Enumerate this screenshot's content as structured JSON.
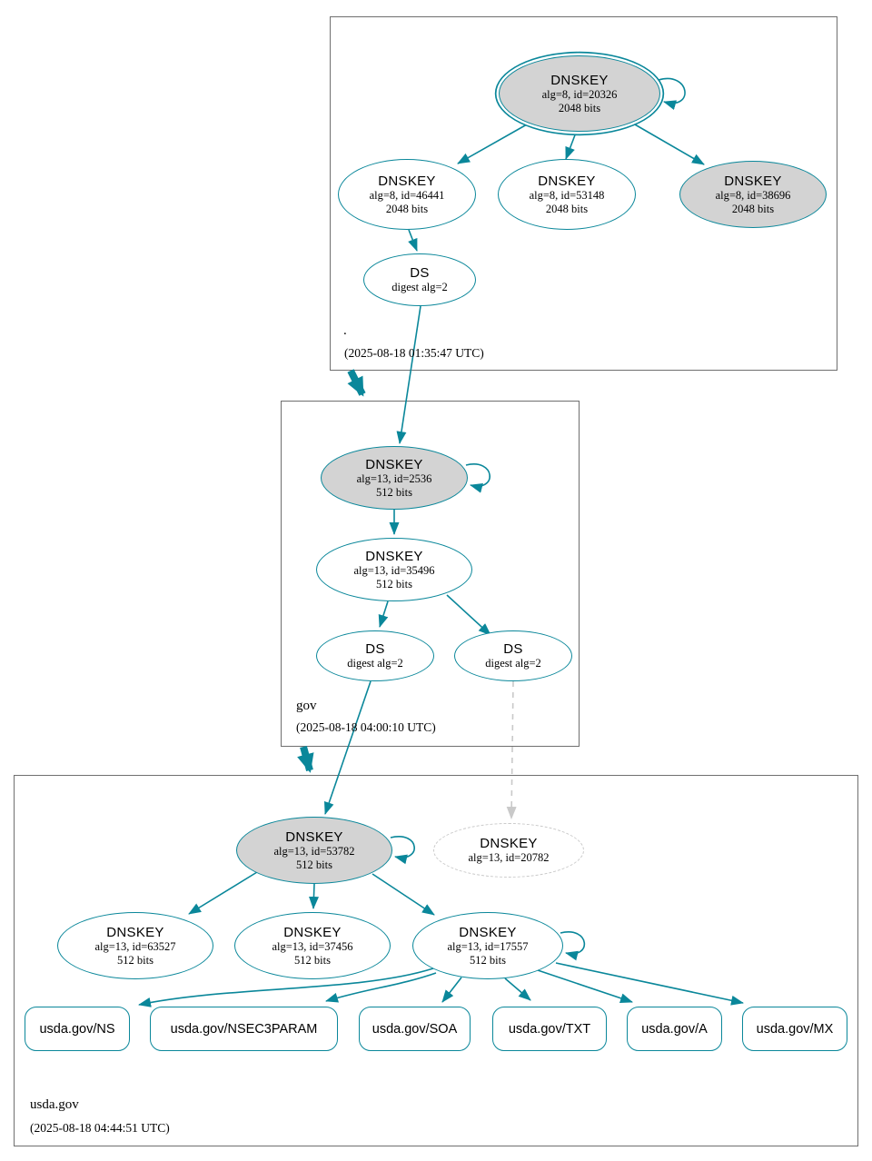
{
  "colors": {
    "edge_teal": "#0a879a",
    "ksk_fill_gray": "#d3d3d3",
    "missing_dashed_gray": "#c9c9c9",
    "zone_border_gray": "#6f6f6f"
  },
  "zones": [
    {
      "name": ".",
      "timestamp": "(2025-08-18 01:35:47 UTC)",
      "ksk": {
        "title": "DNSKEY",
        "alg": "alg=8, id=20326",
        "bits": "2048 bits"
      },
      "zsk1": {
        "title": "DNSKEY",
        "alg": "alg=8, id=46441",
        "bits": "2048 bits"
      },
      "zsk2": {
        "title": "DNSKEY",
        "alg": "alg=8, id=53148",
        "bits": "2048 bits"
      },
      "ksk2": {
        "title": "DNSKEY",
        "alg": "alg=8, id=38696",
        "bits": "2048 bits"
      },
      "ds": {
        "title": "DS",
        "alg": "digest alg=2"
      }
    },
    {
      "name": "gov",
      "timestamp": "(2025-08-18 04:00:10 UTC)",
      "ksk": {
        "title": "DNSKEY",
        "alg": "alg=13, id=2536",
        "bits": "512 bits"
      },
      "zsk": {
        "title": "DNSKEY",
        "alg": "alg=13, id=35496",
        "bits": "512 bits"
      },
      "ds1": {
        "title": "DS",
        "alg": "digest alg=2"
      },
      "ds2": {
        "title": "DS",
        "alg": "digest alg=2"
      }
    },
    {
      "name": "usda.gov",
      "timestamp": "(2025-08-18 04:44:51 UTC)",
      "ksk": {
        "title": "DNSKEY",
        "alg": "alg=13, id=53782",
        "bits": "512 bits"
      },
      "ksk_missing": {
        "title": "DNSKEY",
        "alg": "alg=13, id=20782"
      },
      "zsk1": {
        "title": "DNSKEY",
        "alg": "alg=13, id=63527",
        "bits": "512 bits"
      },
      "zsk2": {
        "title": "DNSKEY",
        "alg": "alg=13, id=37456",
        "bits": "512 bits"
      },
      "zsk3": {
        "title": "DNSKEY",
        "alg": "alg=13, id=17557",
        "bits": "512 bits"
      },
      "rrsets": [
        "usda.gov/NS",
        "usda.gov/NSEC3PARAM",
        "usda.gov/SOA",
        "usda.gov/TXT",
        "usda.gov/A",
        "usda.gov/MX"
      ]
    }
  ]
}
